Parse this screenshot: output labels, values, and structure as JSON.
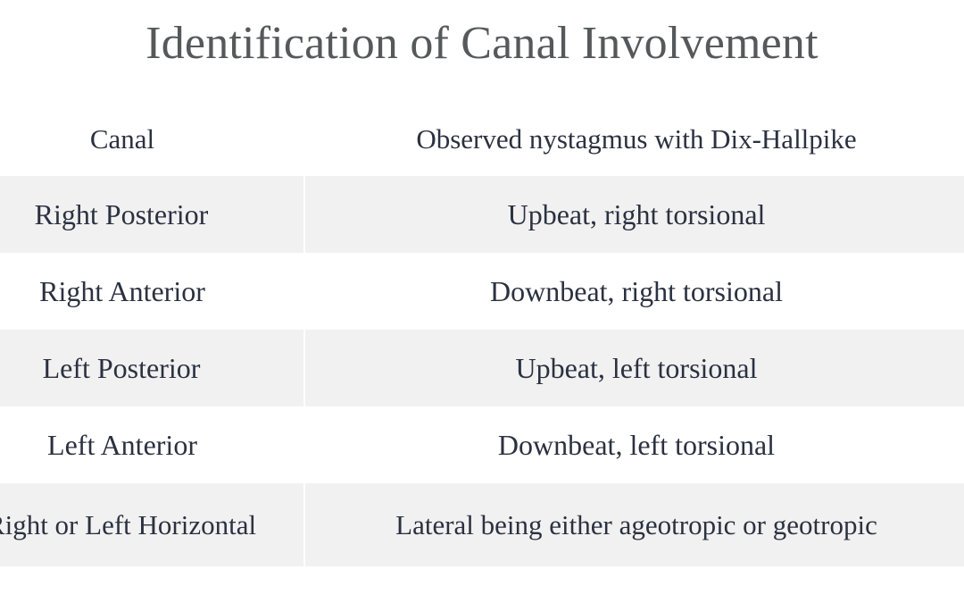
{
  "slide": {
    "title": "Identification of Canal Involvement",
    "title_color": "#55595b",
    "body_text_color": "#2b3140",
    "shaded_row_color": "#f1f1f1",
    "background_color": "#ffffff"
  },
  "table": {
    "headers": {
      "col1": "Canal",
      "col2": "Observed nystagmus with Dix-Hallpike"
    },
    "rows": [
      {
        "canal": "Right Posterior",
        "nystagmus": "Upbeat, right torsional"
      },
      {
        "canal": "Right Anterior",
        "nystagmus": "Downbeat, right torsional"
      },
      {
        "canal": "Left Posterior",
        "nystagmus": "Upbeat, left torsional"
      },
      {
        "canal": "Left Anterior",
        "nystagmus": "Downbeat, left torsional"
      },
      {
        "canal": "Right or Left Horizontal",
        "nystagmus": "Lateral being either ageotropic or geotropic"
      }
    ]
  }
}
